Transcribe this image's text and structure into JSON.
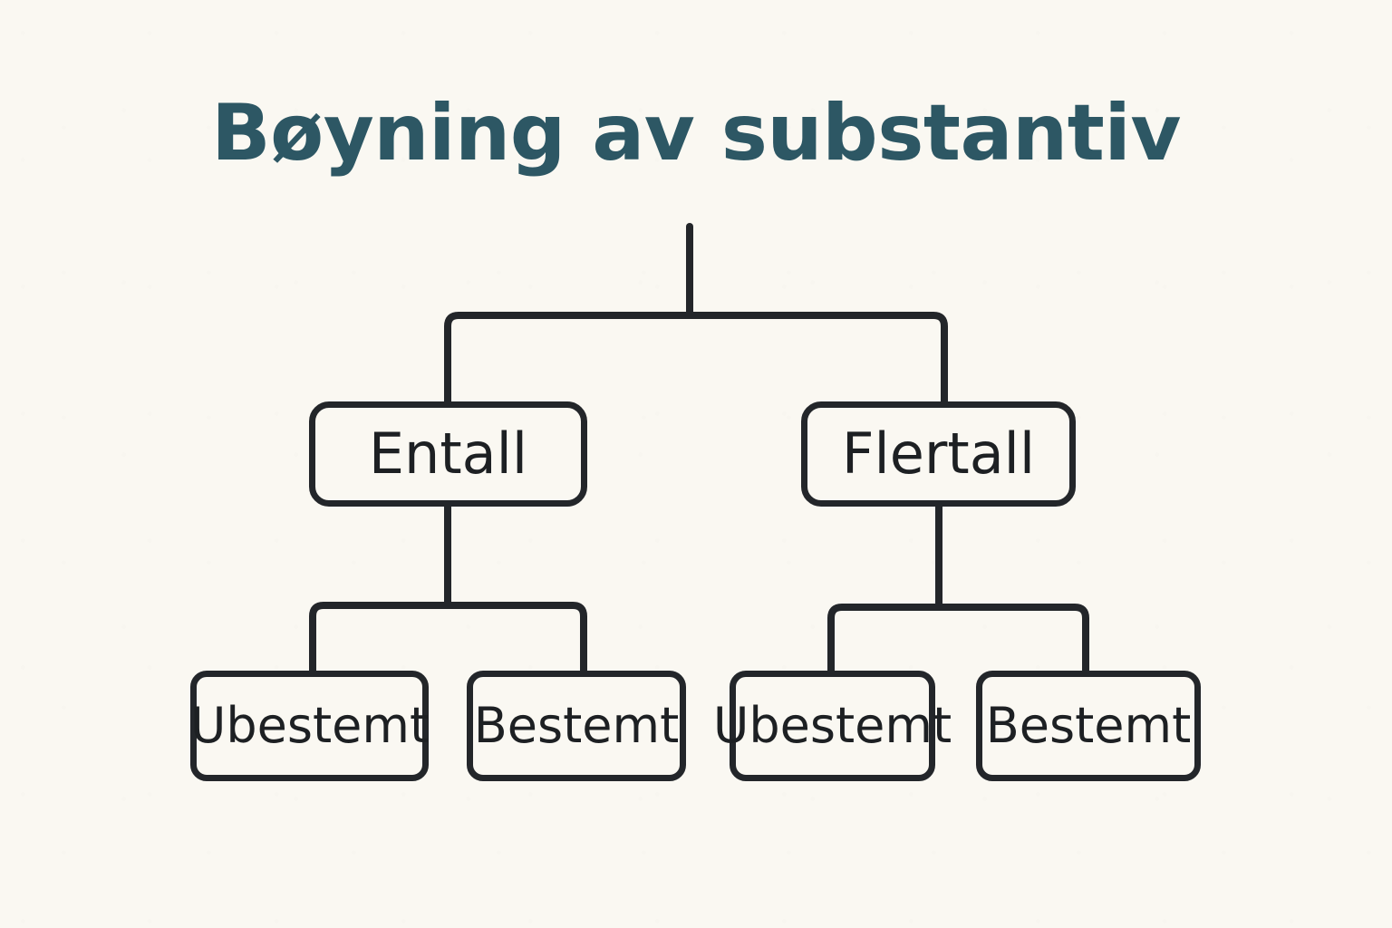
{
  "page": {
    "title": "Bøyning av substantiv",
    "language": "Norwegian",
    "background_color": "#faf8f2",
    "title_color": "#2d5764",
    "line_color": "#23262a",
    "node_text_color": "#1d2023"
  },
  "diagram": {
    "type": "tree",
    "root_label": "Bøyning av substantiv",
    "levels": [
      {
        "level": 1,
        "nodes": [
          {
            "id": "entall",
            "label": "Entall"
          },
          {
            "id": "flertall",
            "label": "Flertall"
          }
        ]
      },
      {
        "level": 2,
        "nodes": [
          {
            "id": "entall-ubestemt",
            "label": "Ubestemt",
            "parent": "entall"
          },
          {
            "id": "entall-bestemt",
            "label": "Bestemt",
            "parent": "entall"
          },
          {
            "id": "flertall-ubestemt",
            "label": "Ubestemt",
            "parent": "flertall"
          },
          {
            "id": "flertall-bestemt",
            "label": "Bestemt",
            "parent": "flertall"
          }
        ]
      }
    ]
  }
}
